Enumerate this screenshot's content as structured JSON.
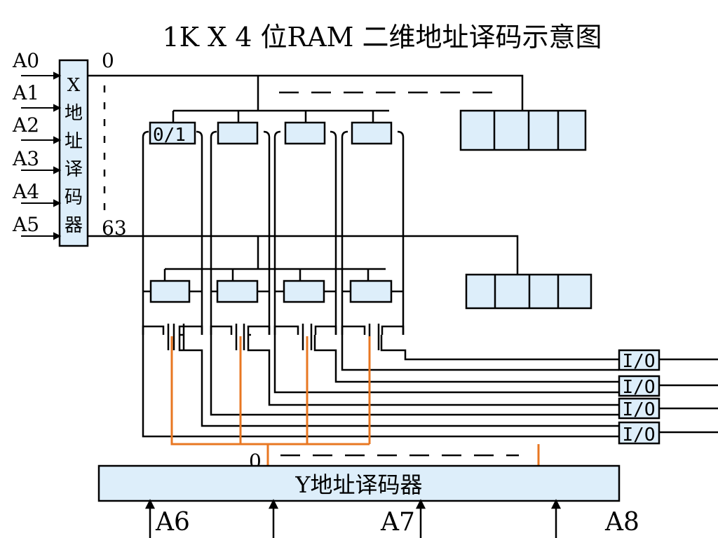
{
  "title": "1K X 4 位RAM 二维地址译码示意图",
  "x_decoder": {
    "chars": [
      "X",
      "地",
      "址",
      "译",
      "码",
      "器"
    ]
  },
  "x_inputs": [
    "A0",
    "A1",
    "A2",
    "A3",
    "A4",
    "A5"
  ],
  "row_labels": {
    "first": "0",
    "last": "63"
  },
  "cell_label": "0/1",
  "io_labels": [
    "I/O",
    "I/O",
    "I/O",
    "I/O"
  ],
  "y_decoder": {
    "label": "Y地址译码器",
    "col_label": "0"
  },
  "y_inputs": [
    "A6",
    "A7",
    "A8"
  ],
  "colors": {
    "decoder_fill": "#ddeefa",
    "cell_fill": "#ddeefa",
    "column_line": "#e87722",
    "line": "#000000"
  }
}
